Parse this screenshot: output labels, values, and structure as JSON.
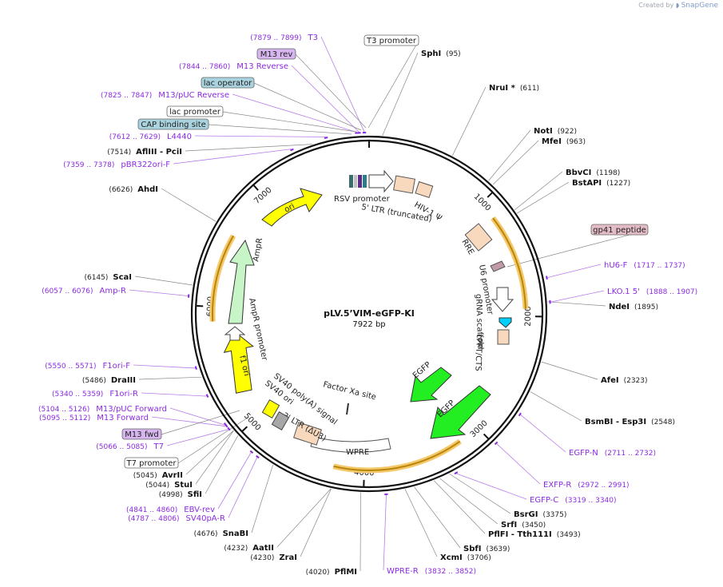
{
  "brand": {
    "created_by": "Created by",
    "product": "SnapGene"
  },
  "plasmid": {
    "name": "pLV.5’VIM-eGFP-KI",
    "size_label": "7922 bp",
    "length": 7922
  },
  "ticks": [
    "1000",
    "2000",
    "3000",
    "4000",
    "5000",
    "6000",
    "7000"
  ],
  "sites": [
    {
      "name": "SphI",
      "pos": "(95)",
      "bp": 95,
      "side": "R"
    },
    {
      "name": "NruI *",
      "pos": "(611)",
      "bp": 611,
      "side": "R"
    },
    {
      "name": "NotI",
      "pos": "(922)",
      "bp": 922,
      "side": "R"
    },
    {
      "name": "MfeI",
      "pos": "(963)",
      "bp": 963,
      "side": "R"
    },
    {
      "name": "BbvCI",
      "pos": "(1198)",
      "bp": 1198,
      "side": "R"
    },
    {
      "name": "BstAPI",
      "pos": "(1227)",
      "bp": 1227,
      "side": "R"
    },
    {
      "name": "NdeI",
      "pos": "(1895)",
      "bp": 1895,
      "side": "R"
    },
    {
      "name": "AfeI",
      "pos": "(2323)",
      "bp": 2323,
      "side": "R"
    },
    {
      "name": "BsmBI - Esp3I",
      "pos": "(2548)",
      "bp": 2548,
      "side": "R"
    },
    {
      "name": "BsrGI",
      "pos": "(3375)",
      "bp": 3375,
      "side": "R"
    },
    {
      "name": "SrfI",
      "pos": "(3450)",
      "bp": 3450,
      "side": "R"
    },
    {
      "name": "PflFI - Tth111I",
      "pos": "(3493)",
      "bp": 3493,
      "side": "R"
    },
    {
      "name": "SbfI",
      "pos": "(3639)",
      "bp": 3639,
      "side": "R"
    },
    {
      "name": "XcmI",
      "pos": "(3706)",
      "bp": 3706,
      "side": "R"
    },
    {
      "name": "PflMI",
      "pos": "(4020)",
      "bp": 4020,
      "side": "L"
    },
    {
      "name": "ZraI",
      "pos": "(4230)",
      "bp": 4230,
      "side": "L"
    },
    {
      "name": "AatII",
      "pos": "(4232)",
      "bp": 4232,
      "side": "L"
    },
    {
      "name": "SnaBI",
      "pos": "(4676)",
      "bp": 4676,
      "side": "L"
    },
    {
      "name": "SfiI",
      "pos": "(4998)",
      "bp": 4998,
      "side": "L"
    },
    {
      "name": "StuI",
      "pos": "(5044)",
      "bp": 5044,
      "side": "L"
    },
    {
      "name": "AvrII",
      "pos": "(5045)",
      "bp": 5045,
      "side": "L"
    },
    {
      "name": "DraIII",
      "pos": "(5486)",
      "bp": 5486,
      "side": "L"
    },
    {
      "name": "ScaI",
      "pos": "(6145)",
      "bp": 6145,
      "side": "L"
    },
    {
      "name": "AhdI",
      "pos": "(6626)",
      "bp": 6626,
      "side": "L"
    },
    {
      "name": "AflIII - PciI",
      "pos": "(7514)",
      "bp": 7514,
      "side": "L"
    }
  ],
  "primers": [
    {
      "name": "T3",
      "range": "(7879 .. 7899)",
      "bp": 7889,
      "side": "L"
    },
    {
      "name": "M13 Reverse",
      "range": "(7844 .. 7860)",
      "bp": 7852,
      "side": "L"
    },
    {
      "name": "M13/pUC Reverse",
      "range": "(7825 .. 7847)",
      "bp": 7836,
      "side": "L"
    },
    {
      "name": "L4440",
      "range": "(7612 .. 7629)",
      "bp": 7620,
      "side": "L"
    },
    {
      "name": "pBR322ori-F",
      "range": "(7359 .. 7378)",
      "bp": 7368,
      "side": "L"
    },
    {
      "name": "Amp-R",
      "range": "(6057 .. 6076)",
      "bp": 6066,
      "side": "L"
    },
    {
      "name": "F1ori-F",
      "range": "(5550 .. 5571)",
      "bp": 5560,
      "side": "L"
    },
    {
      "name": "F1ori-R",
      "range": "(5340 .. 5359)",
      "bp": 5350,
      "side": "L"
    },
    {
      "name": "M13/pUC Forward",
      "range": "(5104 .. 5126)",
      "bp": 5115,
      "side": "L"
    },
    {
      "name": "M13 Forward",
      "range": "(5095 .. 5112)",
      "bp": 5103,
      "side": "L"
    },
    {
      "name": "T7",
      "range": "(5066 .. 5085)",
      "bp": 5075,
      "side": "L"
    },
    {
      "name": "EBV-rev",
      "range": "(4841 .. 4860)",
      "bp": 4850,
      "side": "L"
    },
    {
      "name": "SV40pA-R",
      "range": "(4787 .. 4806)",
      "bp": 4796,
      "side": "L"
    },
    {
      "name": "WPRE-R",
      "range": "(3832 .. 3852)",
      "bp": 3842,
      "side": "R"
    },
    {
      "name": "EGFP-C",
      "range": "(3319 .. 3340)",
      "bp": 3330,
      "side": "R"
    },
    {
      "name": "EXFP-R",
      "range": "(2972 .. 2991)",
      "bp": 2982,
      "side": "R"
    },
    {
      "name": "EGFP-N",
      "range": "(2711 .. 2732)",
      "bp": 2722,
      "side": "R"
    },
    {
      "name": "LKO.1 5'",
      "range": "(1888 .. 1907)",
      "bp": 1898,
      "side": "R"
    },
    {
      "name": "hU6-F",
      "range": "(1717 .. 1737)",
      "bp": 1727,
      "side": "R"
    }
  ],
  "boxed_features": [
    {
      "name": "T3 promoter",
      "fill": "#ffffff"
    },
    {
      "name": "M13 rev",
      "fill": "#d7b6f0"
    },
    {
      "name": "lac operator",
      "fill": "#a9d3df"
    },
    {
      "name": "lac promoter",
      "fill": "#ffffff"
    },
    {
      "name": "CAP binding site",
      "fill": "#a9d3df"
    },
    {
      "name": "gp41 peptide",
      "fill": "#e3bcc6"
    },
    {
      "name": "M13 fwd",
      "fill": "#d7b6f0"
    },
    {
      "name": "T7 promoter",
      "fill": "#ffffff"
    }
  ],
  "inner_features": {
    "rsv_promoter": "RSV promoter",
    "ltr5": "5' LTR (truncated)",
    "hiv_psi": "HIV-1 Ψ",
    "rre": "RRE",
    "u6": "U6 promoter",
    "grna": "gRNA scaffold",
    "cppt": "cPPT/CTS",
    "egfp1": "EGFP",
    "egfp2": "EGFP",
    "factor_xa": "Factor Xa site",
    "wpre": "WPRE",
    "ltr3": "3' LTR (ΔU3)",
    "sv40_polya": "SV40 poly(A) signal",
    "sv40_ori": "SV40 ori",
    "f1_ori": "f1 ori",
    "ampr_promoter": "AmpR promoter",
    "ampr": "AmpR",
    "ori": "ori"
  },
  "colors": {
    "backbone": "#111111",
    "primer": "#8a2be2",
    "orf_arrow": "#b8860b",
    "orf_glow": "#f5c96a",
    "egfp": "#22ee22",
    "ori": "#ffff00",
    "ampr": "#c8f5c8",
    "ltr": "#f9d9bd",
    "u6": "#00d0ff"
  }
}
